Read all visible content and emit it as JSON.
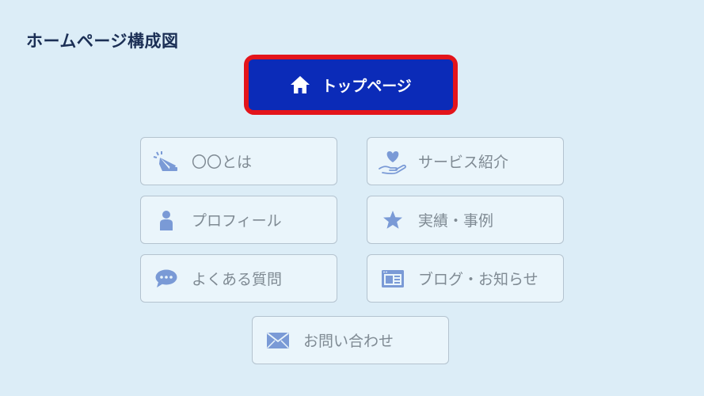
{
  "title": "ホームページ構成図",
  "top_page": {
    "label": "トップページ",
    "icon": "home-icon"
  },
  "pages": [
    {
      "label": "〇〇とは",
      "icon": "megaphone-icon"
    },
    {
      "label": "サービス紹介",
      "icon": "heart-hand-icon"
    },
    {
      "label": "プロフィール",
      "icon": "person-icon"
    },
    {
      "label": "実績・事例",
      "icon": "star-icon"
    },
    {
      "label": "よくある質問",
      "icon": "chat-bubble-icon"
    },
    {
      "label": "ブログ・お知らせ",
      "icon": "browser-window-icon"
    },
    {
      "label": "お問い合わせ",
      "icon": "envelope-icon"
    }
  ],
  "colors": {
    "background": "#dcedf7",
    "top_button": "#0b2bb8",
    "top_button_border": "#e3141b",
    "card_background": "#eaf5fb",
    "icon": "#7a9ad6",
    "card_text": "#7f8a93"
  }
}
